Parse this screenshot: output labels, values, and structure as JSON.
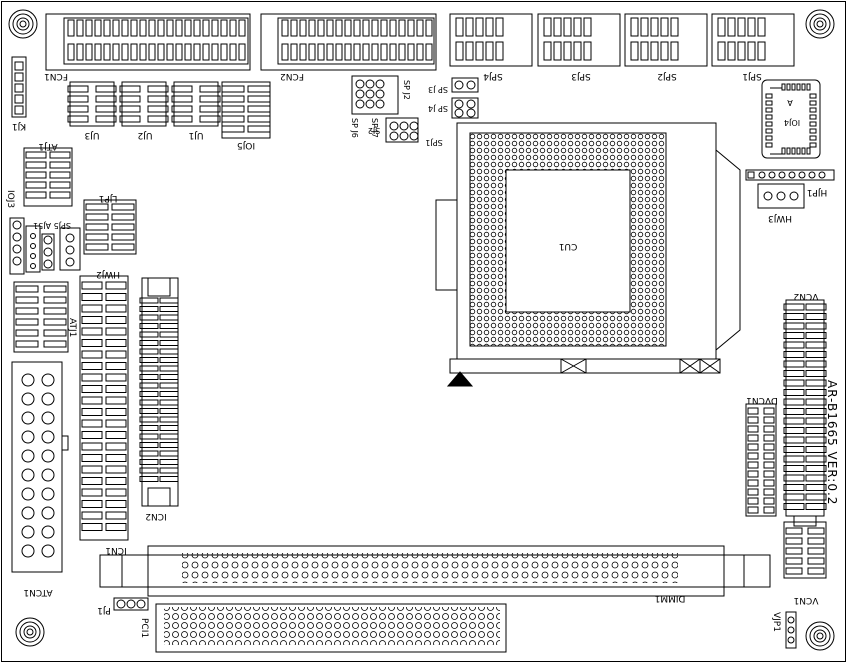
{
  "labels": {
    "fcn1": "FCN1",
    "fcn2": "FCN2",
    "spj4": "SPJ4",
    "spj3": "SPJ3",
    "spj2": "SPJ2",
    "spj1": "SPJ1",
    "kj1": "KJ1",
    "uj3": "UJ3",
    "uj2": "UJ2",
    "uj1": "UJ1",
    "ioj5": "IOJ5",
    "sp_j2": "SP J2",
    "sp_j6": "SP J6",
    "sp_j7": "SP J7",
    "sp_j3": "SP J3",
    "sp_j4": "SP J4",
    "sj2": "SJ2",
    "spj1b": "SPJ1",
    "ioj4": "IOJ4",
    "ioj4_a": "A",
    "hjp1": "HJP1",
    "hwj3": "HWJ3",
    "cu1": "CU1",
    "atj1": "ATJ1",
    "ioj3": "IOJ3",
    "ljp1": "LJP1",
    "sp_j5_aj51": "SPJ5 AJ51",
    "hwj2": "HWJ2",
    "atj1b": "ATJ1",
    "vcn2": "VCN2",
    "dvcn1": "DVCN1",
    "board_version": "AR-B1665 VER:0.2",
    "atcn1": "ATCN1",
    "icn1": "ICN1",
    "icn2": "ICN2",
    "dimm1": "DIMM1",
    "vcn1": "VCN1",
    "pj1": "PJ1",
    "pci1": "PCI1",
    "vjp1": "VJP1"
  }
}
